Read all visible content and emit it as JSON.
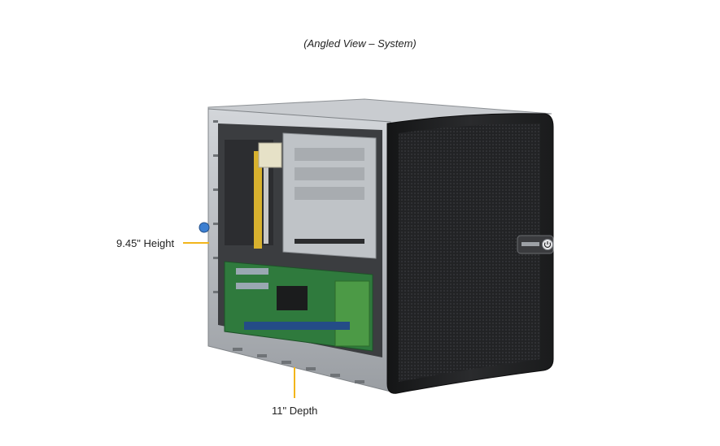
{
  "caption": "(Angled View – System)",
  "dimensions": {
    "height_label": "9.45\" Height",
    "depth_label": "11\" Depth"
  },
  "colors": {
    "dimension_line": "#f2b51b",
    "chassis_frame": "#b9bcc0",
    "front_panel": "#1f2022",
    "circuit_board": "#2f7a3d"
  },
  "badge_icon": "power-icon"
}
